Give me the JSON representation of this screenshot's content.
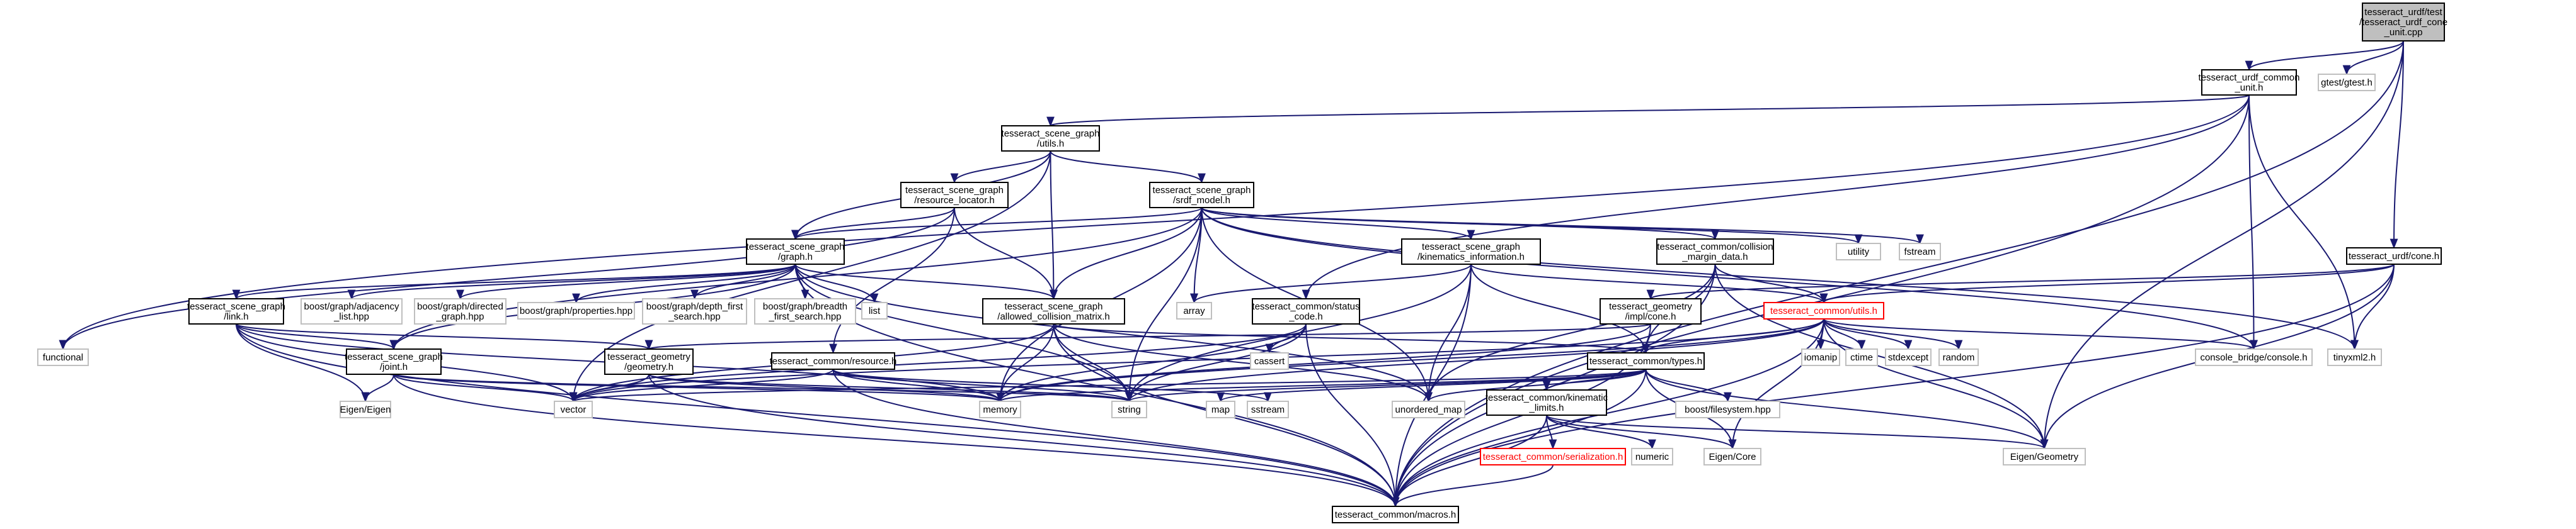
{
  "nodes": {
    "root": [
      "tesseract_urdf/test",
      "/tesseract_urdf_cone",
      "_unit.cpp"
    ],
    "common_unit": [
      "tesseract_urdf_common",
      "_unit.h"
    ],
    "gtest": [
      "gtest/gtest.h"
    ],
    "urdf_cone": [
      "tesseract_urdf/cone.h"
    ],
    "sg_utils": [
      "tesseract_scene_graph",
      "/utils.h"
    ],
    "resource_locator": [
      "tesseract_scene_graph",
      "/resource_locator.h"
    ],
    "srdf_model": [
      "tesseract_scene_graph",
      "/srdf_model.h"
    ],
    "sg_graph": [
      "tesseract_scene_graph",
      "/graph.h"
    ],
    "kin_info": [
      "tesseract_scene_graph",
      "/kinematics_information.h"
    ],
    "collision_margin": [
      "tesseract_common/collision",
      "_margin_data.h"
    ],
    "utility": [
      "utility"
    ],
    "fstream": [
      "fstream"
    ],
    "sg_link": [
      "tesseract_scene_graph",
      "/link.h"
    ],
    "adjacency": [
      "boost/graph/adjacency",
      "_list.hpp"
    ],
    "directed": [
      "boost/graph/directed",
      "_graph.hpp"
    ],
    "properties": [
      "boost/graph/properties.hpp"
    ],
    "depth_first": [
      "boost/graph/depth_first",
      "_search.hpp"
    ],
    "breadth_first": [
      "boost/graph/breadth",
      "_first_search.hpp"
    ],
    "list": [
      "list"
    ],
    "acm": [
      "tesseract_scene_graph",
      "/allowed_collision_matrix.h"
    ],
    "array": [
      "array"
    ],
    "status_code": [
      "tesseract_common/status",
      "_code.h"
    ],
    "geom_cone": [
      "tesseract_geometry",
      "/impl/cone.h"
    ],
    "common_utils": [
      "tesseract_common/utils.h"
    ],
    "iomanip": [
      "iomanip"
    ],
    "ctime": [
      "ctime"
    ],
    "stdexcept": [
      "stdexcept"
    ],
    "random": [
      "random"
    ],
    "console": [
      "console_bridge/console.h"
    ],
    "tinyxml": [
      "tinyxml2.h"
    ],
    "functional": [
      "functional"
    ],
    "sg_joint": [
      "tesseract_scene_graph",
      "/joint.h"
    ],
    "geom_geometry": [
      "tesseract_geometry",
      "/geometry.h"
    ],
    "common_resource": [
      "tesseract_common/resource.h"
    ],
    "cassert": [
      "cassert"
    ],
    "common_types": [
      "tesseract_common/types.h"
    ],
    "eigen": [
      "Eigen/Eigen"
    ],
    "vector": [
      "vector"
    ],
    "memory": [
      "memory"
    ],
    "string": [
      "string"
    ],
    "sstream": [
      "sstream"
    ],
    "map": [
      "map"
    ],
    "unordered_map": [
      "unordered_map"
    ],
    "boost_fs": [
      "boost/filesystem.hpp"
    ],
    "kinematic_limits": [
      "tesseract_common/kinematic",
      "_limits.h"
    ],
    "serialization": [
      "tesseract_common/serialization.h"
    ],
    "numeric": [
      "numeric"
    ],
    "eigen_core": [
      "Eigen/Core"
    ],
    "eigen_geometry": [
      "Eigen/Geometry"
    ],
    "macros": [
      "tesseract_common/macros.h"
    ]
  }
}
